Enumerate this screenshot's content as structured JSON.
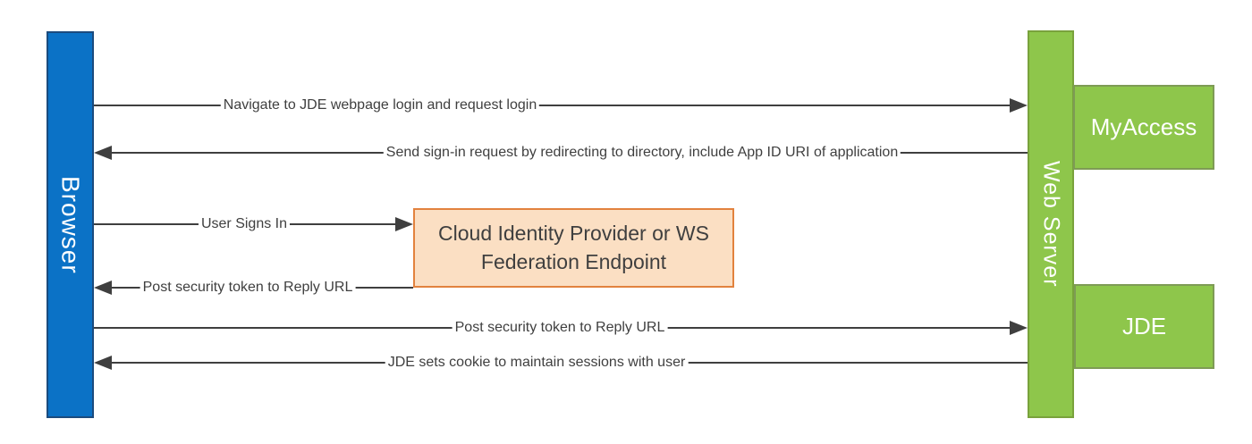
{
  "diagram": {
    "type": "sequence-flow-diagram",
    "nodes": {
      "browser": {
        "label": "Browser"
      },
      "web_server": {
        "label": "Web Server"
      },
      "myaccess": {
        "label": "MyAccess"
      },
      "jde": {
        "label": "JDE"
      },
      "identity_provider": {
        "label": "Cloud Identity Provider or WS Federation Endpoint"
      }
    },
    "messages": [
      {
        "label": "Navigate to JDE webpage login and request login",
        "from": "Browser",
        "to": "Web Server",
        "direction": "right"
      },
      {
        "label": "Send sign-in request by redirecting to directory, include App ID URI of application",
        "from": "Web Server",
        "to": "Browser",
        "direction": "left"
      },
      {
        "label": "User Signs In",
        "from": "Browser",
        "to": "Cloud Identity Provider or WS Federation Endpoint",
        "direction": "right"
      },
      {
        "label": "Post security token to Reply URL",
        "from": "Cloud Identity Provider or WS Federation Endpoint",
        "to": "Browser",
        "direction": "left"
      },
      {
        "label": "Post security token to Reply URL",
        "from": "Browser",
        "to": "Web Server",
        "direction": "right"
      },
      {
        "label": "JDE sets cookie to maintain sessions with user",
        "from": "Web Server",
        "to": "Browser",
        "direction": "left"
      }
    ],
    "colors": {
      "browser_fill": "#0b72c6",
      "browser_border": "#1b4b7e",
      "green_fill": "#8ec64b",
      "green_border": "#79a23c",
      "attached_box_border": "#7e9b55",
      "idp_fill": "#fbdfc3",
      "idp_border": "#e2823e",
      "line_and_text": "#3f3f3f",
      "background": "#ffffff"
    }
  }
}
